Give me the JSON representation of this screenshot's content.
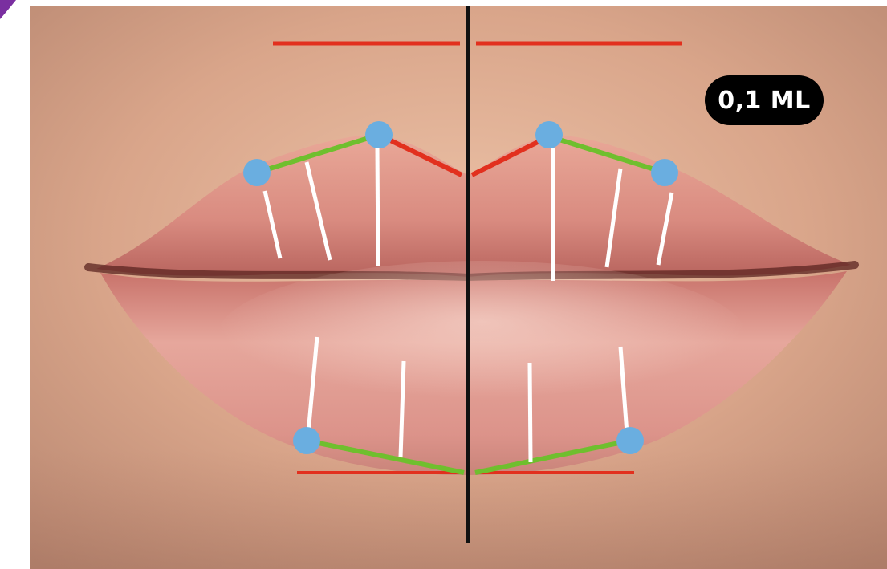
{
  "dose_label": "0,1 ML",
  "colors": {
    "skin": "#d9a58a",
    "lip": "#d98a80",
    "lip_shadow": "#6a2a26",
    "midline": "#111111",
    "cupid_bow_line": "#e2301e",
    "contour_line": "#6fbf2e",
    "injection_marks": "#ffffff",
    "landmark_points": "#6aaee0",
    "corner_accent": "#7a2fa0"
  },
  "landmarks": [
    "upper-lip-left-corner-point",
    "upper-lip-left-peak-point",
    "upper-lip-right-peak-point",
    "upper-lip-right-corner-point",
    "lower-lip-left-point",
    "lower-lip-right-point"
  ]
}
